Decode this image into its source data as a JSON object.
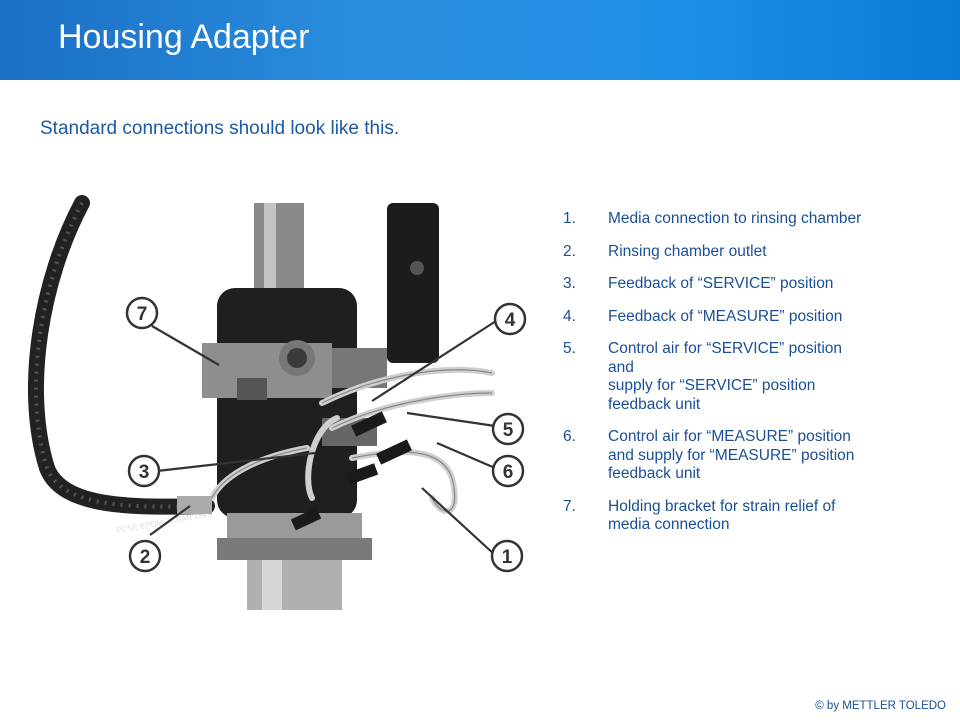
{
  "slide": {
    "title": "Housing Adapter",
    "subtitle": "Standard connections should look like this.",
    "footer": "© by METTLER TOLEDO"
  },
  "figure": {
    "callouts": [
      "1",
      "2",
      "3",
      "4",
      "5",
      "6",
      "7"
    ],
    "hose_print": "PCSE EPDM 20 BAR DN 6"
  },
  "items": [
    {
      "num": "1.",
      "lines": [
        "Media connection to rinsing chamber"
      ]
    },
    {
      "num": "2.",
      "lines": [
        "Rinsing chamber outlet"
      ]
    },
    {
      "num": "3.",
      "lines": [
        "Feedback of “SERVICE” position"
      ]
    },
    {
      "num": "4.",
      "lines": [
        "Feedback of “MEASURE” position"
      ]
    },
    {
      "num": "5.",
      "lines": [
        "Control air for “SERVICE” position",
        "and",
        "supply for “SERVICE” position",
        "feedback unit"
      ]
    },
    {
      "num": "6.",
      "lines": [
        "Control air for “MEASURE” position",
        "and supply for “MEASURE” position",
        "feedback unit"
      ]
    },
    {
      "num": "7.",
      "lines": [
        "Holding bracket for strain relief of",
        "media connection"
      ]
    }
  ],
  "colors": {
    "header": "#1e8fe6",
    "text": "#1a4f96",
    "subtitle": "#1a5aa8"
  }
}
